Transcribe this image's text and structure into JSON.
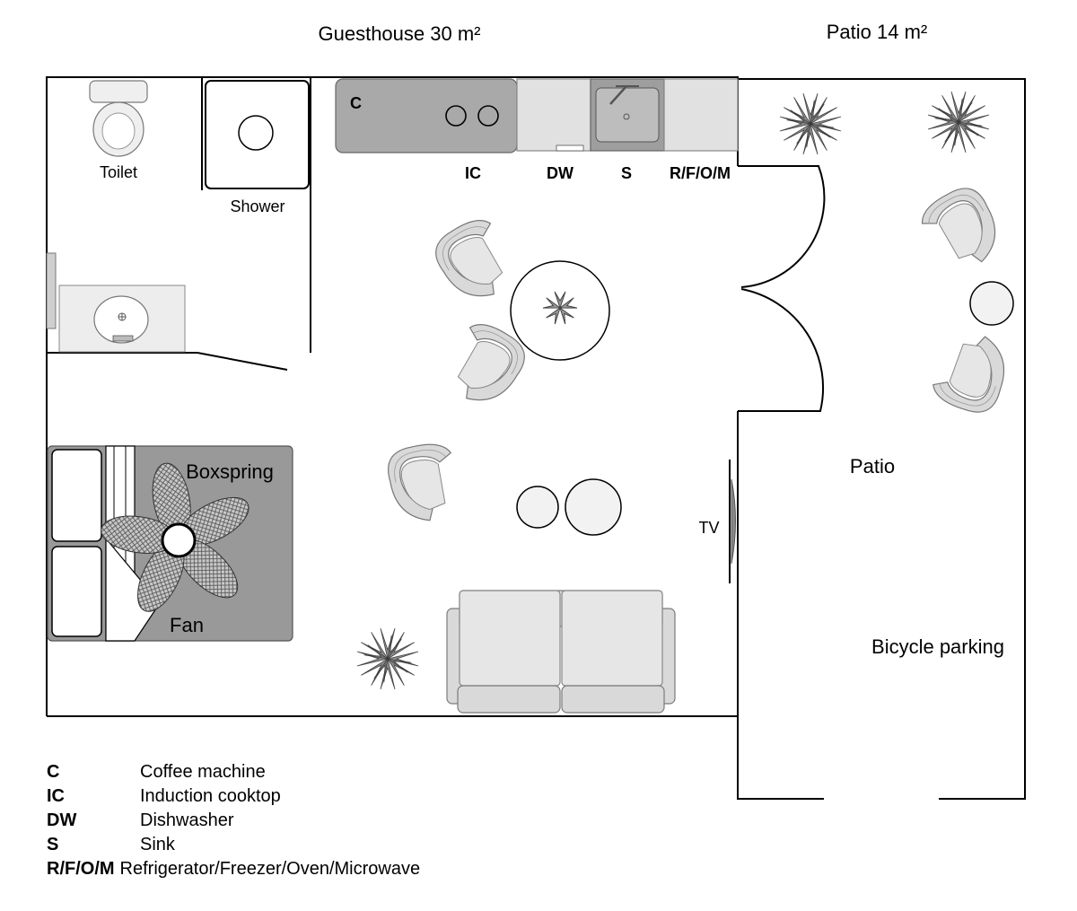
{
  "titles": {
    "guesthouse": "Guesthouse 30 m²",
    "patio": "Patio 14 m²"
  },
  "room_labels": {
    "toilet": "Toilet",
    "shower": "Shower",
    "boxspring": "Boxspring",
    "fan": "Fan",
    "patio": "Patio",
    "bicycle_parking": "Bicycle parking",
    "tv": "TV"
  },
  "kitchen_labels": {
    "c": "C",
    "ic": "IC",
    "dw": "DW",
    "s": "S",
    "rfom": "R/F/O/M"
  },
  "legend": [
    {
      "code": "C",
      "desc": "Coffee machine"
    },
    {
      "code": "IC",
      "desc": "Induction cooktop"
    },
    {
      "code": "DW",
      "desc": "Dishwasher"
    },
    {
      "code": "S",
      "desc": "Sink"
    },
    {
      "code": "R/F/O/M",
      "desc": "Refrigerator/Freezer/Oven/Microwave"
    }
  ],
  "colors": {
    "furniture_fill": "#d9d9d9",
    "dark_fill": "#a6a6a6",
    "plant_fill": "#8c8c8c",
    "wall": "#000000"
  }
}
